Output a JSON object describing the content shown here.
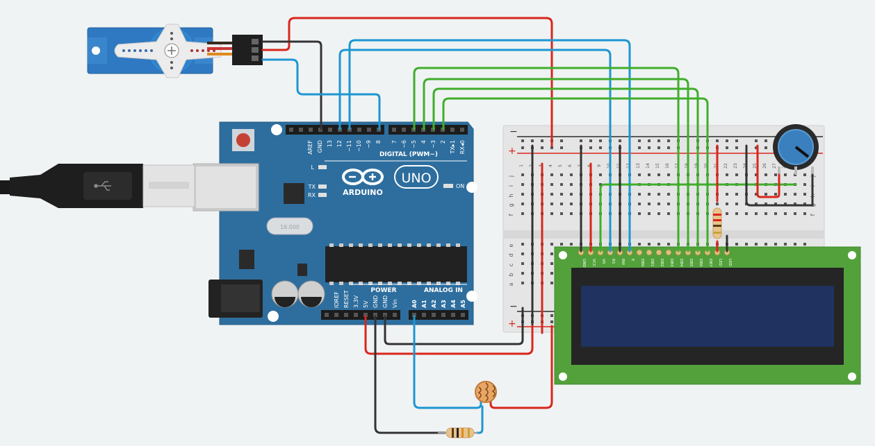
{
  "colors": {
    "background": "#f0f3f4",
    "arduino_board": "#2f6d9c",
    "servo_body": "#2e78bd",
    "lcd_board": "#4f9d3a",
    "lcd_screen": "#1e2f5a",
    "breadboard": "#e6e6e6",
    "wire_red": "#d9261c",
    "wire_black": "#333333",
    "wire_blue": "#1d96d1",
    "wire_green": "#3fae2a",
    "potentiometer": "#3b7fb8"
  },
  "arduino": {
    "brand": "ARDUINO",
    "model": "UNO",
    "digital_header_title": "DIGITAL (PWM~)",
    "digital_pins_left": [
      "AREF",
      "GND",
      "13",
      "12",
      "~11",
      "~10",
      "~9",
      "8"
    ],
    "digital_pins_right": [
      "7",
      "~6",
      "~5",
      "4",
      "~3",
      "2",
      "TX▸1",
      "RX◂0"
    ],
    "power_header_title": "POWER",
    "power_pins": [
      "IOREF",
      "RESET",
      "3.3V",
      "5V",
      "GND",
      "GND",
      "Vin"
    ],
    "analog_header_title": "ANALOG IN",
    "analog_pins": [
      "A0",
      "A1",
      "A2",
      "A3",
      "A4",
      "A5"
    ],
    "led_labels": [
      "L",
      "TX",
      "RX",
      "ON"
    ],
    "crystal_label": "16.000"
  },
  "breadboard": {
    "column_numbers": [
      "1",
      "2",
      "3",
      "4",
      "5",
      "6",
      "7",
      "8",
      "9",
      "10",
      "11",
      "12",
      "13",
      "14",
      "15",
      "16",
      "17",
      "18",
      "19",
      "20",
      "21",
      "22",
      "23",
      "24",
      "25",
      "26",
      "27",
      "28",
      "29",
      "30"
    ],
    "row_letters_top": [
      "j",
      "i",
      "h",
      "g",
      "f"
    ],
    "row_letters_bottom": [
      "e",
      "d",
      "c",
      "b",
      "a"
    ],
    "rail_minus": "−",
    "rail_plus": "+"
  },
  "lcd": {
    "pins": [
      "GND",
      "VCC",
      "V0",
      "RS",
      "RW",
      "E",
      "DB0",
      "DB1",
      "DB2",
      "DB3",
      "DB4",
      "DB5",
      "DB6",
      "DB7",
      "LED",
      "LED"
    ]
  }
}
